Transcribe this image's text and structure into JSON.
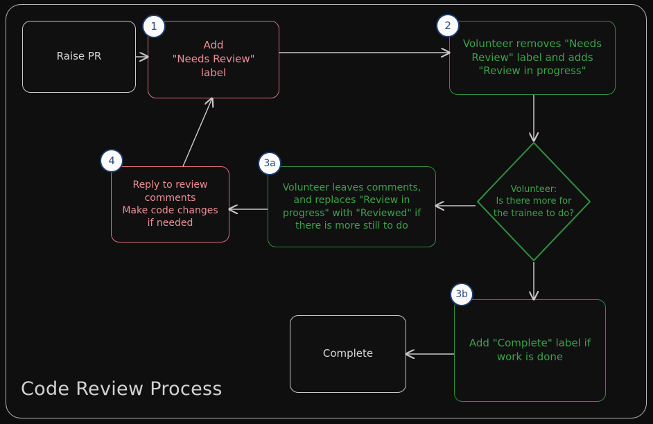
{
  "diagram": {
    "title": "Code Review Process",
    "frame_border_color": "#b9b9b9",
    "background_color": "#0d0d0d",
    "arrow_color": "#c8c8c8",
    "colors": {
      "neutral": "#c9c9c9",
      "red": "#e26d7a",
      "red_text": "#ee8e96",
      "green": "#2f8f3d",
      "green_text": "#3aa34a",
      "badge_fill": "#fbfbfb",
      "badge_ring": "#1c3c72",
      "badge_text": "#2d4b80"
    }
  },
  "nodes": {
    "raise_pr": {
      "label": "Raise PR"
    },
    "add_needs_review": {
      "label": "Add\n\"Needs Review\"\nlabel"
    },
    "volunteer_removes": {
      "label": "Volunteer removes \"Needs\nReview\" label and adds\n\"Review in progress\""
    },
    "decision": {
      "label": "Volunteer:\nIs there more for\nthe trainee to do?"
    },
    "volunteer_leaves_comments": {
      "label": "Volunteer leaves comments,\nand replaces \"Review in\nprogress\" with \"Reviewed\" if\nthere is more still to do"
    },
    "reply_to_review": {
      "label": "Reply to review\ncomments\nMake code changes\nif needed"
    },
    "add_complete": {
      "label": "Add \"Complete\" label if\nwork is done"
    },
    "complete": {
      "label": "Complete"
    }
  },
  "badges": {
    "one": "1",
    "two": "2",
    "three_a": "3a",
    "three_b": "3b",
    "four": "4"
  }
}
